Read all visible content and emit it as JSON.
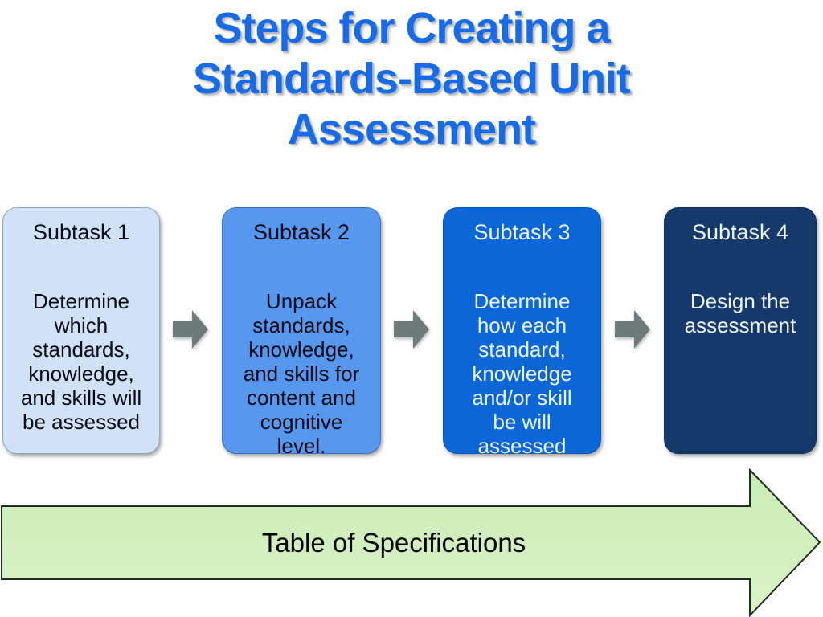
{
  "title": {
    "text": "Steps for Creating a\nStandards-Based Unit\nAssessment",
    "color": "#176be8"
  },
  "steps": [
    {
      "heading": "Subtask 1",
      "body": "Determine\nwhich\nstandards,\nknowledge,\nand skills will\nbe assessed",
      "fill": "#cfe2f8",
      "border": "#8ba6c4",
      "text_color": "#0a0a14"
    },
    {
      "heading": "Subtask 2",
      "body": "Unpack\nstandards,\nknowledge,\nand skills for\ncontent and\ncognitive\nlevel.",
      "fill": "#5697f0",
      "border": "#3b6cc0",
      "text_color": "#0a0a14"
    },
    {
      "heading": "Subtask 3",
      "body": "Determine\nhow each\nstandard,\nknowledge\nand/or skill\nbe will\nassessed",
      "fill": "#0b67d8",
      "border": "#0a55b0",
      "text_color": "#eef4fc"
    },
    {
      "heading": "Subtask 4",
      "body": "Design the\nassessment",
      "fill": "#16396b",
      "border": "#122e57",
      "text_color": "#eef4fc"
    }
  ],
  "connector": {
    "color": "#6e7b7b"
  },
  "bottom_arrow": {
    "label": "Table of Specifications",
    "label_color": "#000000",
    "fill_top": "#c8ecb4",
    "fill_bottom": "#daf3c8",
    "border_color": "#222d22"
  }
}
